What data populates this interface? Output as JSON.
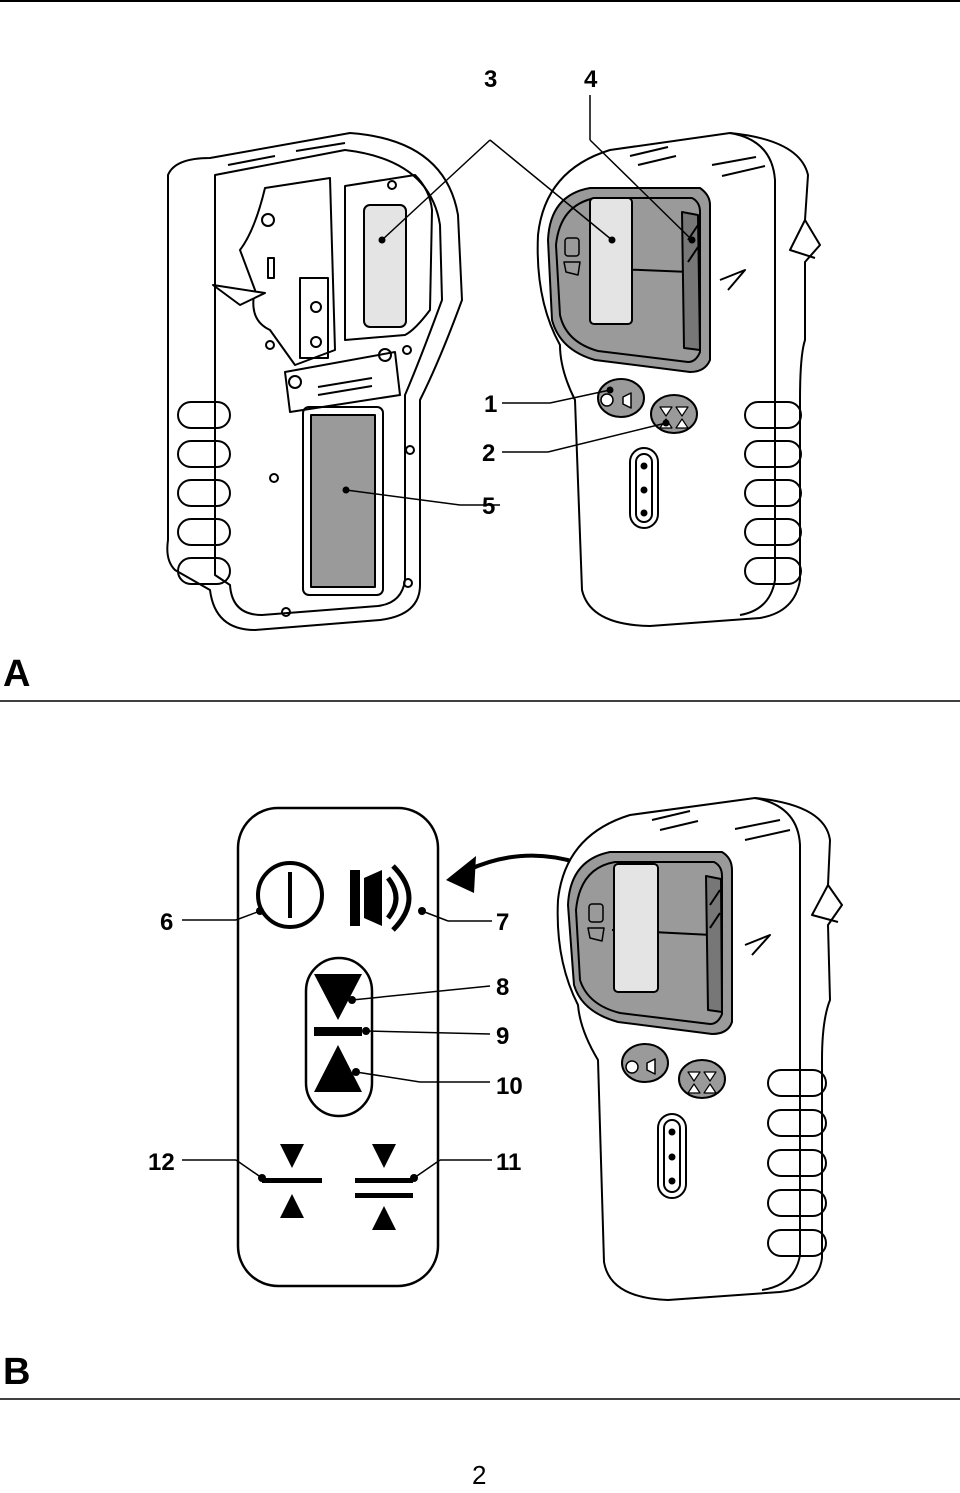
{
  "figure_a": {
    "section_label": "A",
    "callouts": {
      "c1": "1",
      "c2": "2",
      "c3": "3",
      "c4": "4",
      "c5": "5"
    }
  },
  "figure_b": {
    "section_label": "B",
    "callouts": {
      "c6": "6",
      "c7": "7",
      "c8": "8",
      "c9": "9",
      "c10": "10",
      "c11": "11",
      "c12": "12"
    }
  },
  "page_number": "2",
  "icons": {
    "power": "power-icon",
    "sound": "speaker-icon",
    "arrow_down": "triangle-down-icon",
    "arrow_up": "triangle-up-icon",
    "center_line": "center-line-icon",
    "precision_fine": "fine-precision-icon",
    "precision_coarse": "coarse-precision-icon"
  },
  "colors": {
    "window": "#9a9a9a",
    "sensor": "#e4e4e4",
    "body": "#ffffff",
    "line": "#000000"
  }
}
